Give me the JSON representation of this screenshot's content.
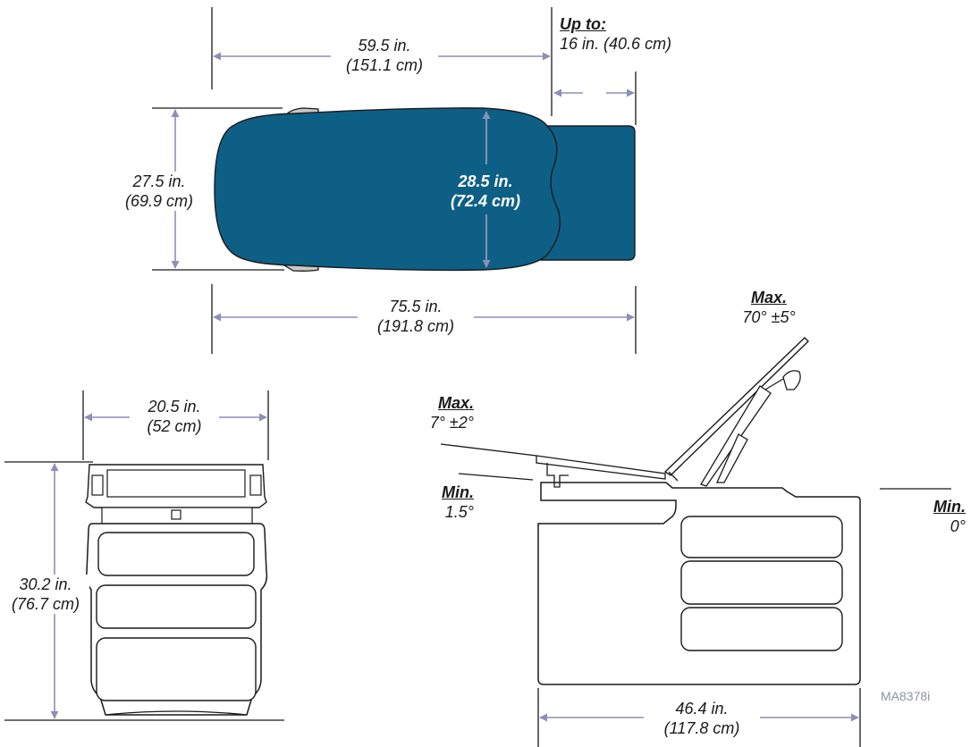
{
  "colors": {
    "mattress": "#0e5f86",
    "arrow": "#8d8fb5",
    "line": "#1a1a1a",
    "gray_part": "#c8c8c8",
    "text_on_blue": "#ffffff",
    "code_text": "#8a93a8"
  },
  "top_view": {
    "length_top": {
      "line1": "59.5 in.",
      "line2": "(151.1 cm)"
    },
    "extension": {
      "heading": "Up to:",
      "value": "16 in. (40.6 cm)"
    },
    "width_left": {
      "line1": "27.5 in.",
      "line2": "(69.9 cm)"
    },
    "width_center": {
      "line1": "28.5 in.",
      "line2": "(72.4 cm)"
    },
    "length_bottom": {
      "line1": "75.5 in.",
      "line2": "(191.8 cm)"
    }
  },
  "end_view": {
    "width": {
      "line1": "20.5 in.",
      "line2": "(52 cm)"
    },
    "height": {
      "line1": "30.2 in.",
      "line2": "(76.7 cm)"
    }
  },
  "side_view": {
    "back_max": {
      "heading": "Max.",
      "value": "70° ±5°"
    },
    "foot_max": {
      "heading": "Max.",
      "value": "7° ±2°"
    },
    "foot_min": {
      "heading": "Min.",
      "value": "1.5°"
    },
    "back_min": {
      "heading": "Min.",
      "value": "0°"
    },
    "base_length": {
      "line1": "46.4 in.",
      "line2": "(117.8 cm)"
    }
  },
  "figure_code": "MA8378i"
}
